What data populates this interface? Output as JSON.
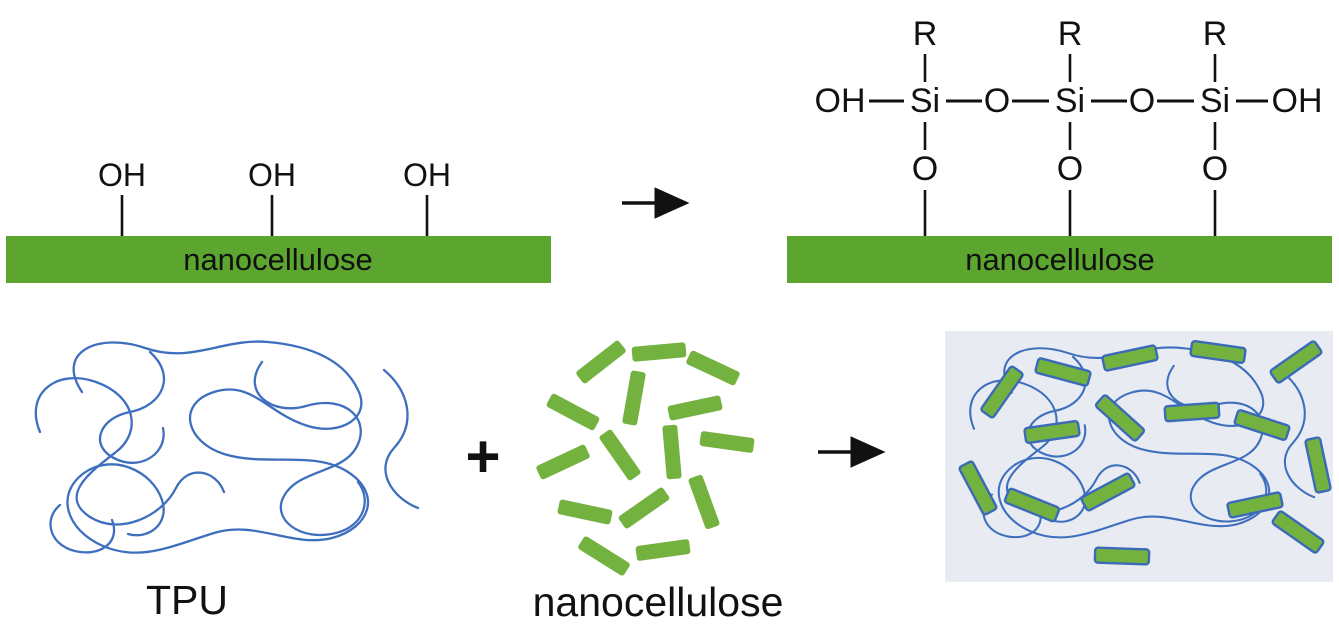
{
  "diagram": {
    "top_left": {
      "hydroxyl_labels": [
        "OH",
        "OH",
        "OH"
      ],
      "bar_label": "nanocellulose"
    },
    "top_right": {
      "r_group_labels": [
        "R",
        "R",
        "R"
      ],
      "silane_chain": [
        "OH",
        "Si",
        "O",
        "Si",
        "O",
        "Si",
        "OH"
      ],
      "oxygen_linker_labels": [
        "O",
        "O",
        "O"
      ],
      "bar_label": "nanocellulose"
    },
    "bottom": {
      "polymer_label": "TPU",
      "plus_sign": "+",
      "filler_label": "nanocellulose"
    },
    "colors": {
      "nanocellulose_green": "#5ca62f",
      "rod_green": "#74b240",
      "polymer_blue": "#3e6fbe",
      "composite_background": "#e8ebf1",
      "text": "#111111"
    }
  }
}
